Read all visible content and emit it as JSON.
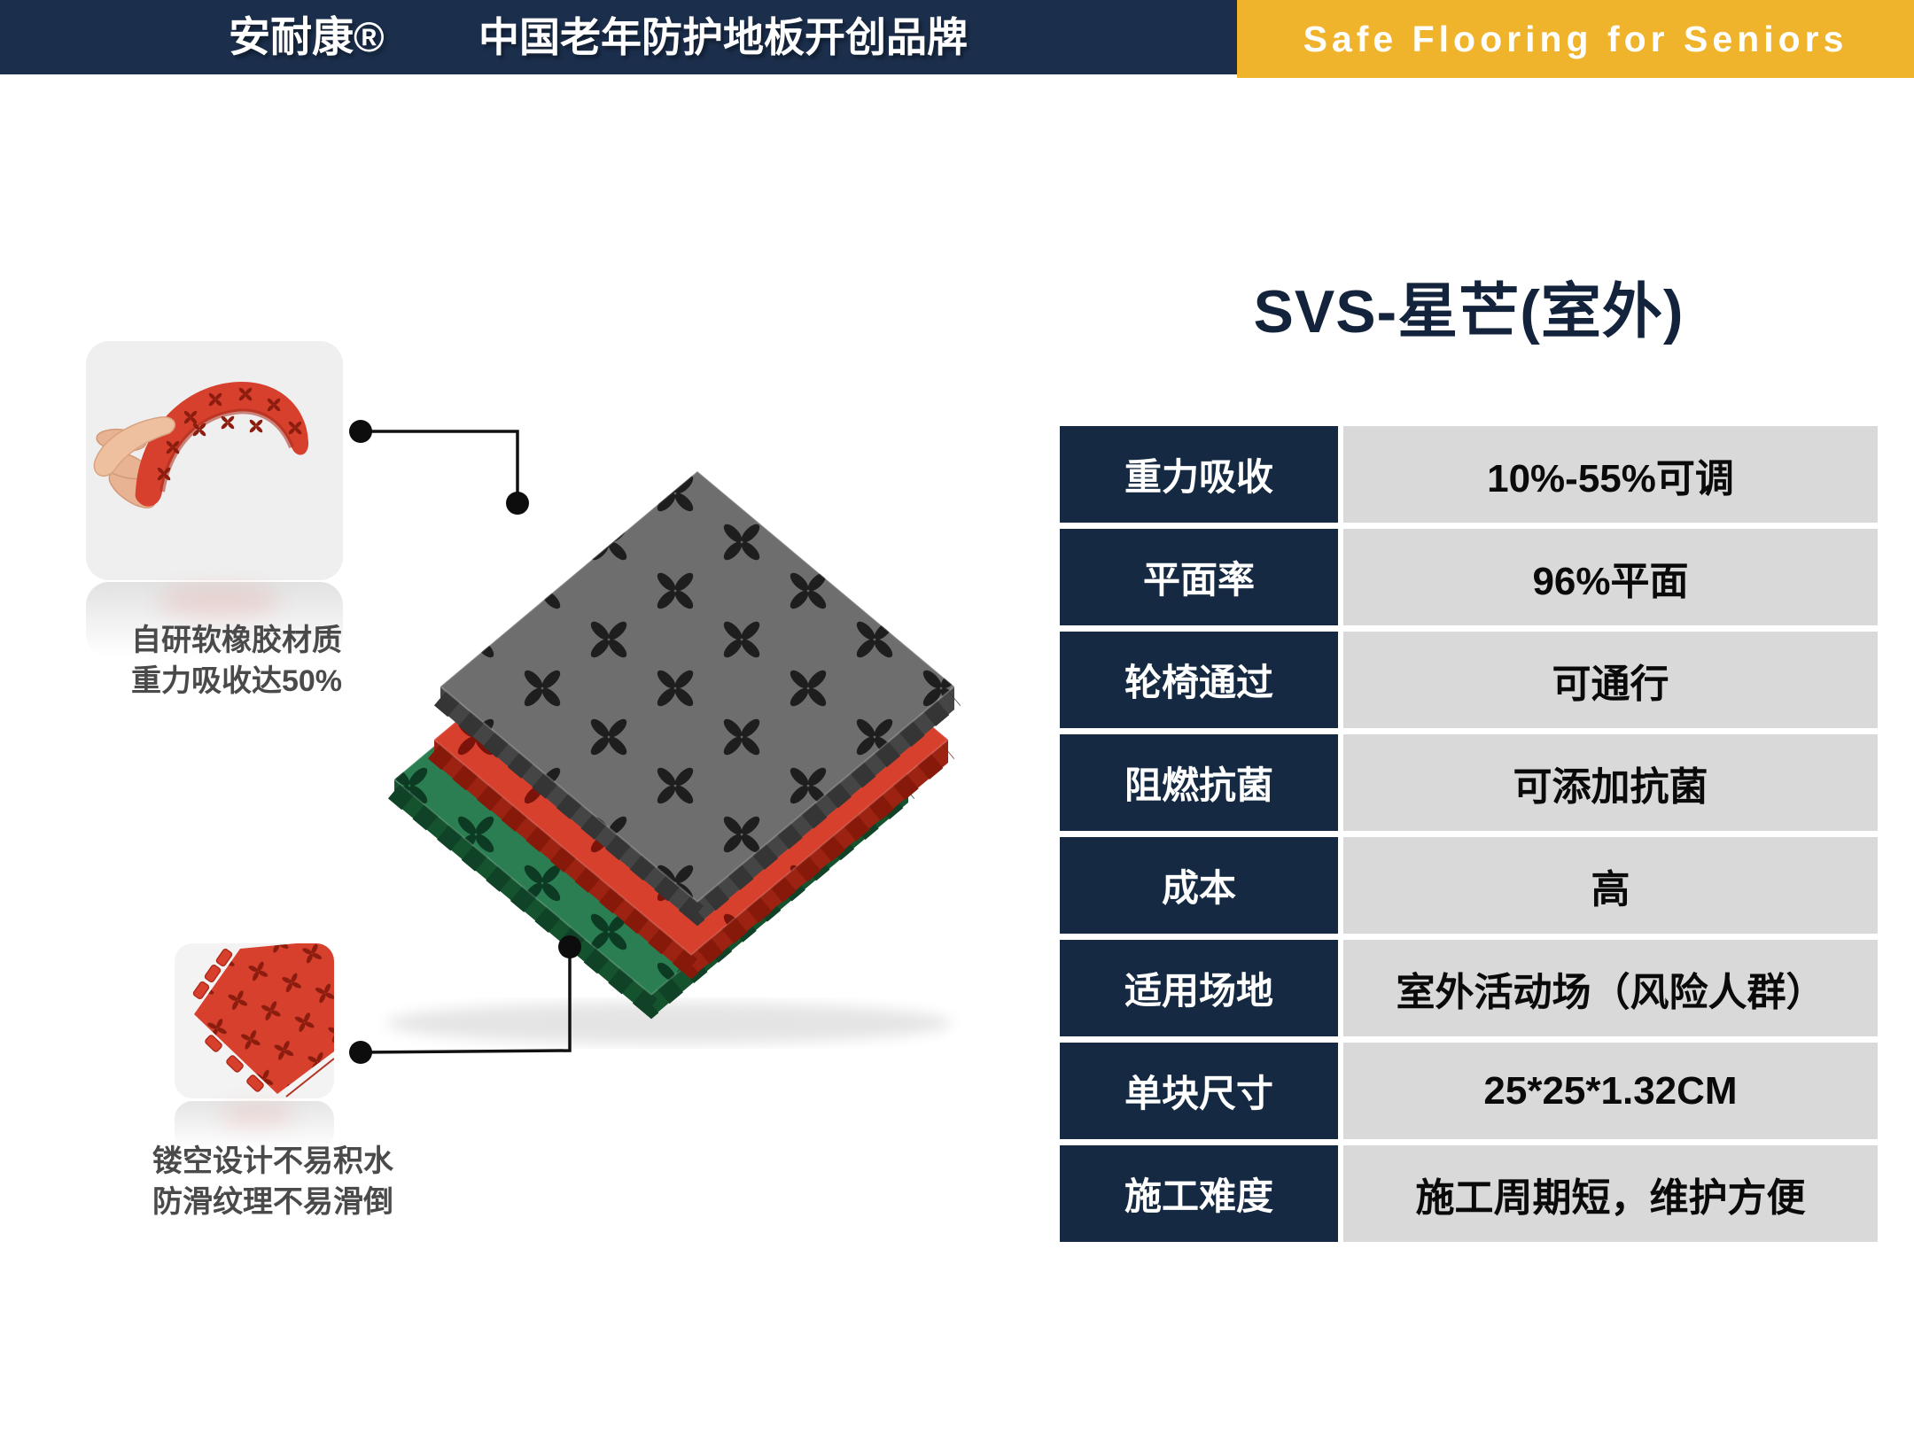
{
  "header": {
    "brand": "安耐康®",
    "tagline": "中国老年防护地板开创品牌",
    "banner": "Safe Flooring for Seniors",
    "navy_color": "#1B2F4D",
    "banner_color": "#F0B32C"
  },
  "title": "SVS-星芒(室外)",
  "callouts": [
    {
      "lines": [
        "自研软橡胶材质",
        "重力吸收达50%"
      ]
    },
    {
      "lines": [
        "镂空设计不易积水",
        "防滑纹理不易滑倒"
      ]
    }
  ],
  "spec_table": {
    "label_bg": "#152A42",
    "value_bg": "#D9D9D9",
    "rows": [
      {
        "label": "重力吸收",
        "value": "10%-55%可调"
      },
      {
        "label": "平面率",
        "value": "96%平面"
      },
      {
        "label": "轮椅通过",
        "value": "可通行"
      },
      {
        "label": "阻燃抗菌",
        "value": "可添加抗菌"
      },
      {
        "label": "成本",
        "value": "高"
      },
      {
        "label": "适用场地",
        "value": "室外活动场（风险人群）"
      },
      {
        "label": "单块尺寸",
        "value": "25*25*1.32CM"
      },
      {
        "label": "施工难度",
        "value": "施工周期短，维护方便"
      }
    ]
  },
  "product_image": {
    "tile_colors": [
      "#6E6E6E",
      "#D8402E",
      "#2A7E52"
    ]
  }
}
